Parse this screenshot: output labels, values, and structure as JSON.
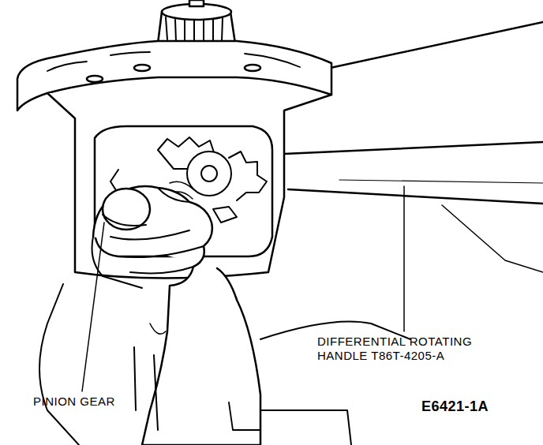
{
  "diagram": {
    "labels": [
      "DIFFERENTIAL ROTATING HANDLE T86T-4205-A",
      "PINION GEAR",
      "E6421-1A"
    ]
  }
}
